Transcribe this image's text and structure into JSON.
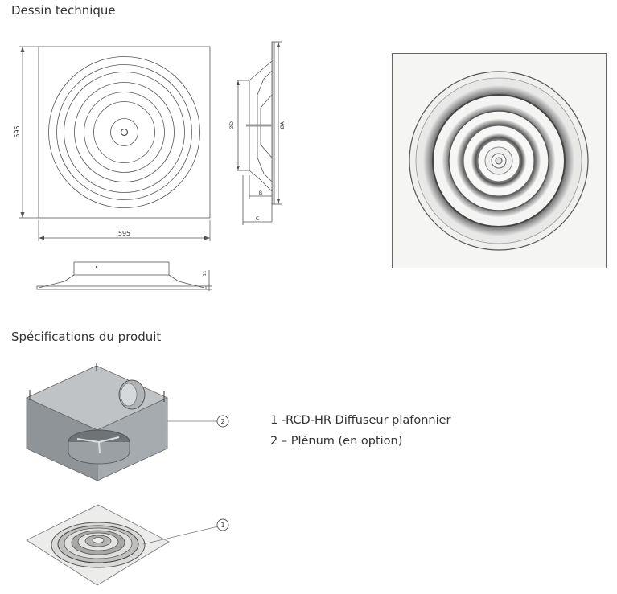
{
  "sections": {
    "drawing_title": "Dessin technique",
    "specs_title": "Spécifications du produit"
  },
  "drawing": {
    "width_dim": "595",
    "height_dim": "595",
    "side_labels": {
      "d": "ØD",
      "a": "ØA",
      "b": "B",
      "c": "C",
      "height": "11"
    }
  },
  "callouts": {
    "plenum": "2",
    "diffuser": "1"
  },
  "specs": [
    "1 -RCD-HR Diffuseur plafonnier",
    "2 – Plénum (en option)"
  ]
}
